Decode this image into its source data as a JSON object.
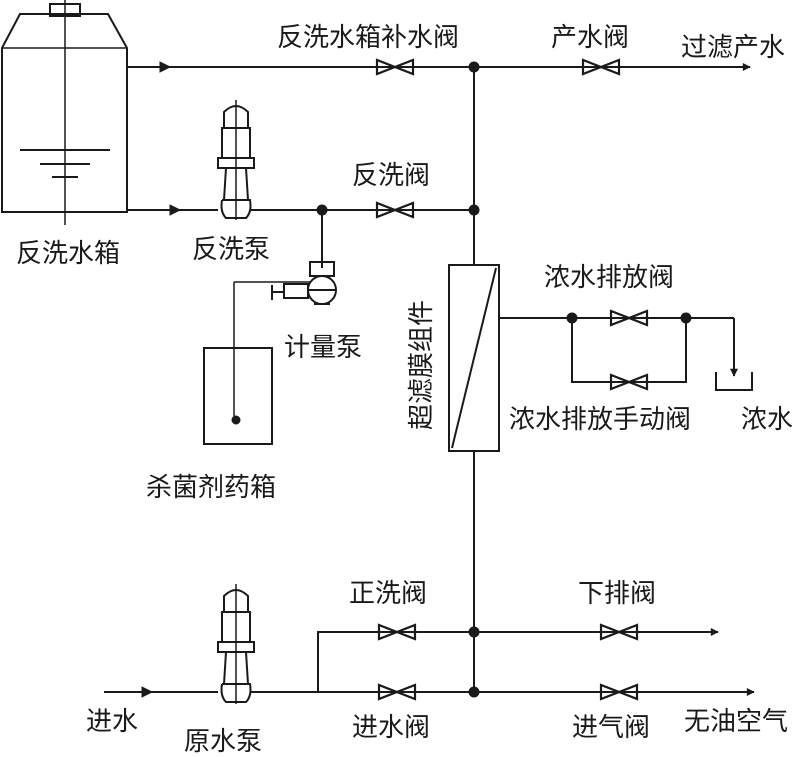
{
  "labels": {
    "backwash_tank_refill_valve": "反洗水箱补水阀",
    "product_water_valve": "产水阀",
    "filtered_product_water": "过滤产水",
    "backwash_valve": "反洗阀",
    "backwash_tank": "反洗水箱",
    "backwash_pump": "反洗泵",
    "metering_pump": "计量泵",
    "uf_module": "超滤膜组件",
    "concentrate_discharge_valve": "浓水排放阀",
    "concentrate_manual_valve": "浓水排放手动阀",
    "concentrate": "浓水",
    "biocide_tank": "杀菌剂药箱",
    "forward_flush_valve": "正洗阀",
    "bottom_drain_valve": "下排阀",
    "inlet": "进水",
    "raw_water_pump": "原水泵",
    "inlet_valve": "进水阀",
    "oil_free_air": "无油空气",
    "air_inlet_valve": "进气阀"
  }
}
